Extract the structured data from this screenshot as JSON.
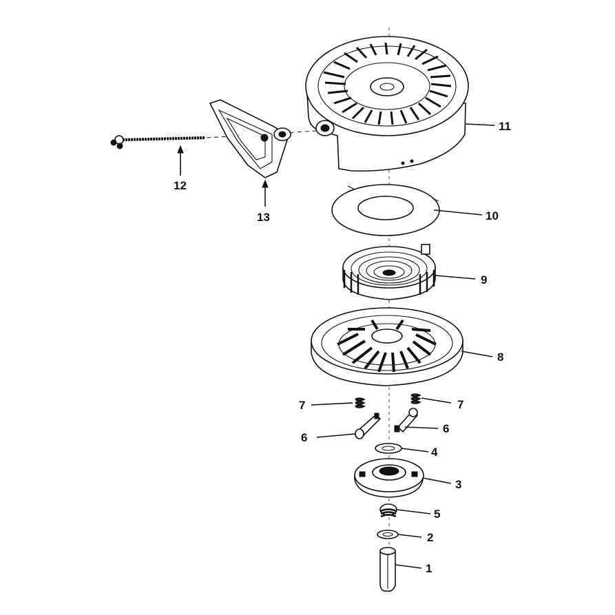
{
  "callouts": {
    "p1": "1",
    "p2": "2",
    "p3": "3",
    "p4": "4",
    "p5": "5",
    "p6_left": "6",
    "p6_right": "6",
    "p7_left": "7",
    "p7_right": "7",
    "p8": "8",
    "p9": "9",
    "p10": "10",
    "p11": "11",
    "p12": "12",
    "p13": "13"
  },
  "colors": {
    "ink": "#111111",
    "paper": "#ffffff"
  }
}
